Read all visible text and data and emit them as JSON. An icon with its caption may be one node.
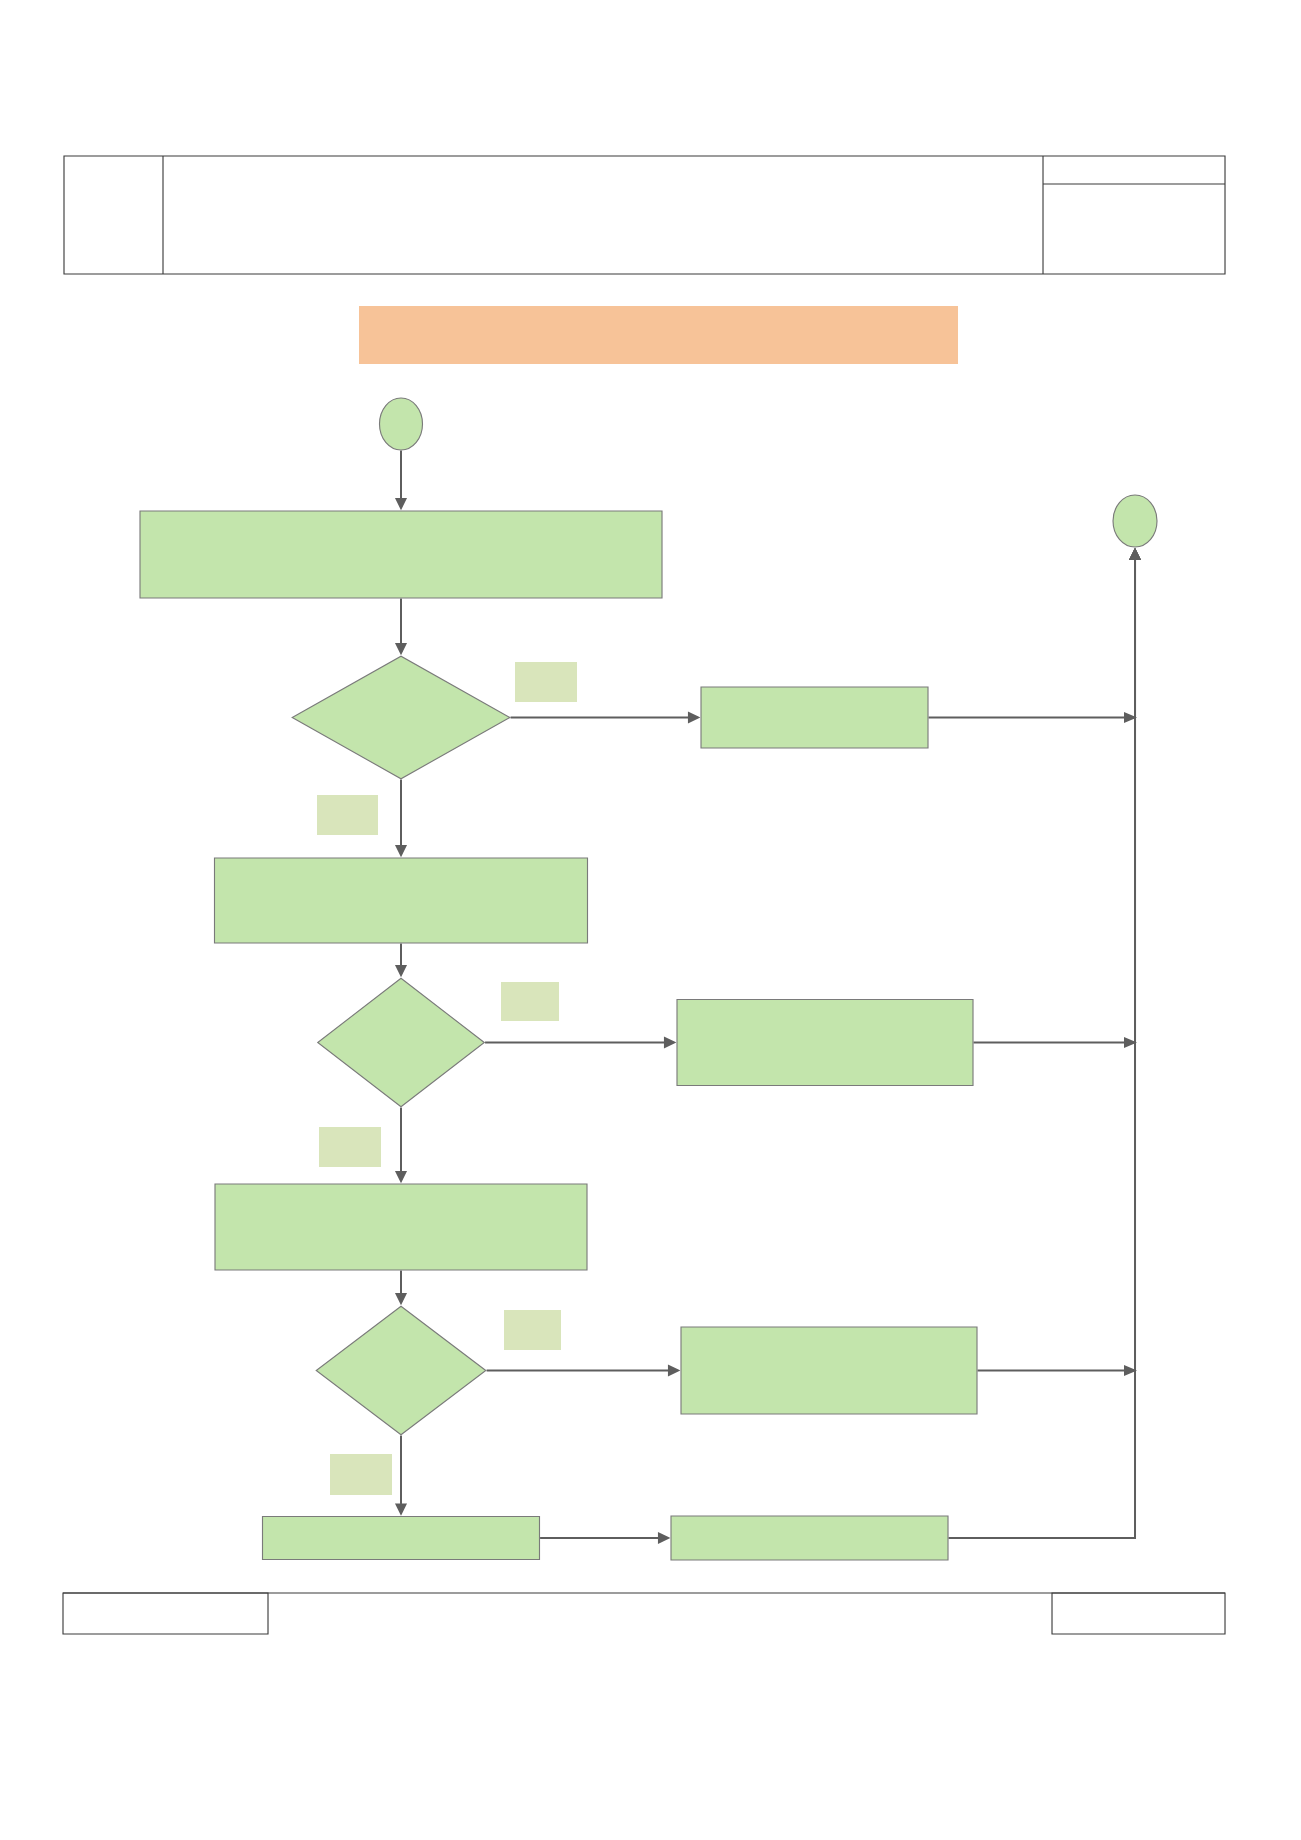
{
  "diagram": {
    "nodes": [
      {
        "text": [],
        "shape": "bar"
      },
      {
        "text": [],
        "shape": "circle"
      },
      {
        "text": [],
        "shape": "circle"
      },
      {
        "text": [],
        "shape": "box"
      },
      {
        "text": [],
        "shape": "diamond"
      },
      {
        "text": [],
        "shape": "box"
      },
      {
        "text": [],
        "shape": "box"
      },
      {
        "text": [],
        "shape": "diamond"
      },
      {
        "text": [],
        "shape": "box"
      },
      {
        "text": [],
        "shape": "box"
      },
      {
        "text": [],
        "shape": "diamond"
      },
      {
        "text": [],
        "shape": "box"
      },
      {
        "text": [],
        "shape": "box"
      },
      {
        "text": [],
        "shape": "box"
      }
    ],
    "edges": [
      {
        "from": 1,
        "to": 3,
        "arrow": "to"
      },
      {
        "from": 3,
        "to": 4,
        "arrow": "to"
      },
      {
        "from": 4,
        "to": 5,
        "arrow": "to"
      },
      {
        "from": 5,
        "to": 2,
        "arrow": "to"
      },
      {
        "from": 4,
        "to": 6,
        "arrow": "to"
      },
      {
        "from": 6,
        "to": 7,
        "arrow": "to"
      },
      {
        "from": 7,
        "to": 8,
        "arrow": "to"
      },
      {
        "from": 8,
        "to": 2,
        "arrow": "to"
      },
      {
        "from": 7,
        "to": 9,
        "arrow": "to"
      },
      {
        "from": 9,
        "to": 10,
        "arrow": "to"
      },
      {
        "from": 10,
        "to": 11,
        "arrow": "to"
      },
      {
        "from": 11,
        "to": 2,
        "arrow": "to"
      },
      {
        "from": 10,
        "to": 12,
        "arrow": "to"
      },
      {
        "from": 12,
        "to": 13,
        "arrow": "to"
      },
      {
        "from": 13,
        "to": 2,
        "arrow": "to"
      }
    ]
  }
}
